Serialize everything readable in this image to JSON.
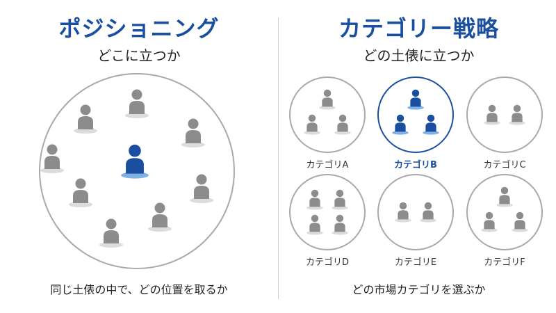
{
  "left": {
    "title": "ポジショニング",
    "subtitle": "どこに立つか",
    "caption": "同じ土俵の中で、どの位置を取るか"
  },
  "right": {
    "title": "カテゴリー戦略",
    "subtitle": "どの土俵に立つか",
    "caption": "どの市場カテゴリを選ぶか",
    "categories": [
      {
        "label": "カテゴリA",
        "people": 3,
        "highlight": false
      },
      {
        "label": "カテゴリB",
        "people": 3,
        "highlight": true
      },
      {
        "label": "カテゴリC",
        "people": 2,
        "highlight": false
      },
      {
        "label": "カテゴリD",
        "people": 4,
        "highlight": false
      },
      {
        "label": "カテゴリE",
        "people": 2,
        "highlight": false
      },
      {
        "label": "カテゴリF",
        "people": 3,
        "highlight": false
      }
    ]
  },
  "colors": {
    "accent": "#1a4fa0",
    "person_gray": "#8c8c8c",
    "shadow_gray": "#dcdcdc",
    "shadow_blue": "#7fb0e6"
  },
  "icons": {
    "person": "person-icon",
    "highlighted_person": "highlighted-person-icon"
  }
}
